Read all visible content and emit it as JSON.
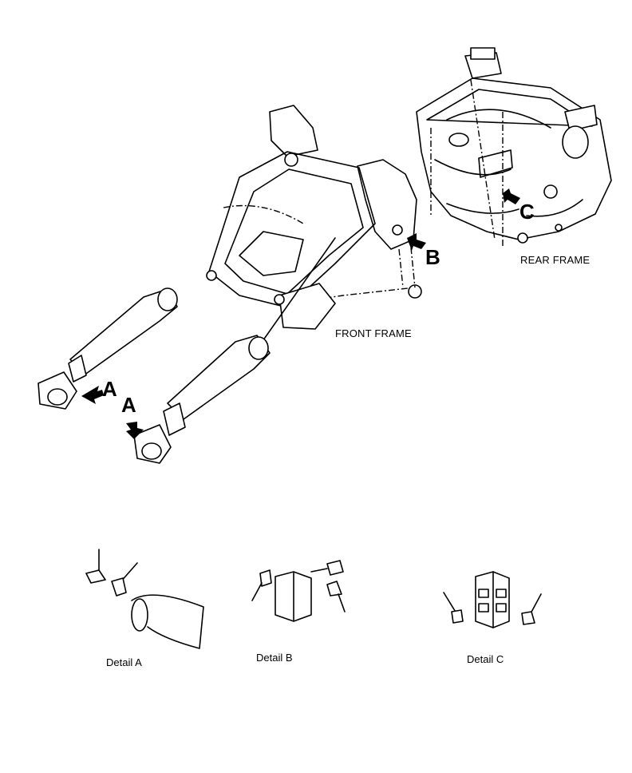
{
  "labels": {
    "rear_frame": "REAR FRAME",
    "front_frame": "FRONT FRAME",
    "detail_a": "Detail A",
    "detail_b": "Detail B",
    "detail_c": "Detail C"
  },
  "callouts": {
    "a1": "A",
    "a2": "A",
    "b": "B",
    "c": "C"
  },
  "colors": {
    "ink": "#000000",
    "paper": "#ffffff"
  }
}
